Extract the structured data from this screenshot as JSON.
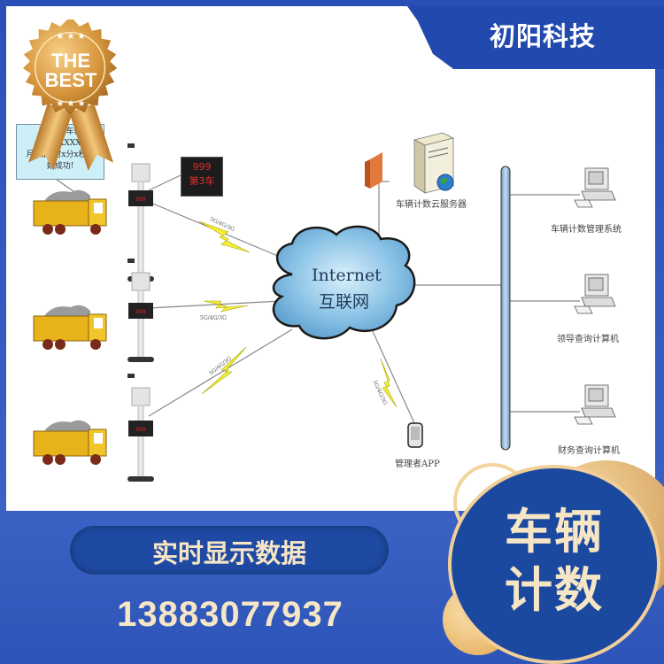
{
  "brand": {
    "name": "初阳科技",
    "color": "#2149ae"
  },
  "badge": {
    "line1": "THE",
    "line2": "BEST",
    "stars": "★ ★ ★"
  },
  "callout": {
    "lines": [
      "司机XX车辆",
      "提示XXXXX,",
      "月x日 x时x分x秒计",
      "数成功!"
    ]
  },
  "led_display": {
    "line1": "999",
    "line2": "第3车",
    "color": "#e12c2c"
  },
  "diagram": {
    "cloud": {
      "line1": "Internet",
      "line2": "互联网"
    },
    "server_label": "车辆计数云服务器",
    "app_label": "管理者APP",
    "network_labels": [
      "5G/4G/3G",
      "5G/4G/3G",
      "5G/4G/3G",
      "5G/4G/3G"
    ],
    "computers": [
      {
        "label": "车辆计数管理系统"
      },
      {
        "label": "领导查询计算机"
      },
      {
        "label": "财务查询计算机"
      }
    ]
  },
  "footer": {
    "pill_label": "实时显示数据",
    "phone": "13883077937",
    "circle_line1": "车辆",
    "circle_line2": "计数",
    "text_color": "#f6e6c5"
  }
}
